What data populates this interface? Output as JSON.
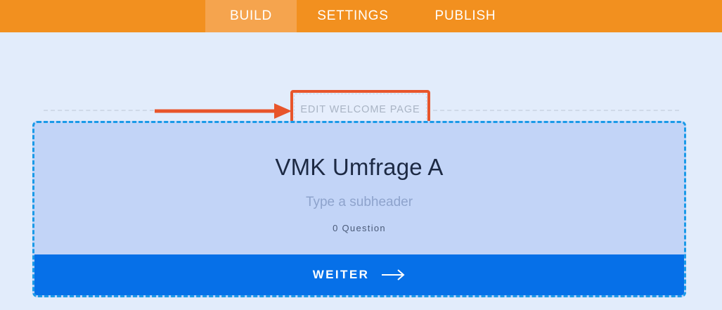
{
  "topbar": {
    "background_color": "#f2901f",
    "active_tab_color": "#f5a44e",
    "tabs": [
      {
        "label": "BUILD",
        "active": true
      },
      {
        "label": "SETTINGS",
        "active": false
      },
      {
        "label": "PUBLISH",
        "active": false
      }
    ]
  },
  "welcome_row": {
    "edit_button_label": "EDIT WELCOME PAGE"
  },
  "annotation": {
    "highlight_color": "#e8552b",
    "arrow_icon": "arrow-right-annotation"
  },
  "survey_card": {
    "border_color": "#1a9ae8",
    "background_color": "#c2d4f7",
    "title": "VMK Umfrage A",
    "subheader_placeholder": "Type a subheader",
    "question_count": "0  Question",
    "next_button": {
      "label": "WEITER",
      "arrow_icon": "arrow-right-icon",
      "background_color": "#0670e8"
    }
  }
}
